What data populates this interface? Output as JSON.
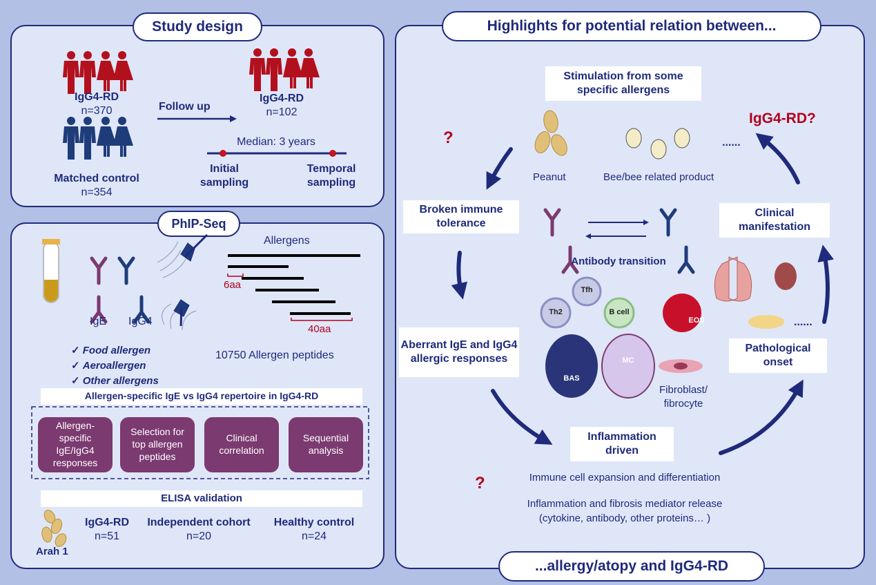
{
  "study": {
    "title": "Study design",
    "igg4_label": "IgG4-RD",
    "igg4_n": "n=370",
    "control_label": "Matched control",
    "control_n": "n=354",
    "follow_up": "Follow up",
    "followup_label": "IgG4-RD",
    "followup_n": "n=102",
    "median": "Median: 3 years",
    "initial_1": "Initial",
    "initial_2": "sampling",
    "temporal_1": "Temporal",
    "temporal_2": "sampling"
  },
  "phip": {
    "title": "PhIP-Seq",
    "ige": "IgE",
    "igg4": "IgG4",
    "allergens": "Allergens",
    "aa6": "6aa",
    "aa40": "40aa",
    "checks": [
      "Food allergen",
      "Aeroallergen",
      "Other allergens"
    ],
    "check_mark": "✓",
    "peptides": "10750 Allergen peptides",
    "repertoire": "Allergen-specific IgE vs IgG4 repertoire in IgG4-RD",
    "boxes": [
      "Allergen-specific IgE/IgG4 responses",
      "Selection for top allergen peptides",
      "Clinical correlation",
      "Sequential analysis"
    ],
    "elisa": "ELISA validation",
    "arah": "Arah 1",
    "cohorts": [
      {
        "label": "IgG4-RD",
        "n": "n=51"
      },
      {
        "label": "Independent cohort",
        "n": "n=20"
      },
      {
        "label": "Healthy control",
        "n": "n=24"
      }
    ]
  },
  "highlights": {
    "title": "Highlights for potential relation between...",
    "footer": "...allergy/atopy and IgG4-RD",
    "stimulation": "Stimulation from some specific allergens",
    "igg4rd_q": "IgG4-RD?",
    "question": "?",
    "peanut": "Peanut",
    "bee": "Bee/bee related product",
    "dots": "......",
    "broken": "Broken immune tolerance",
    "antibody_transition": "Antibody transition",
    "clinical": "Clinical manifestation",
    "aberrant": "Aberrant IgE and IgG4 allergic responses",
    "pathological": "Pathological onset",
    "inflammation": "Inflammation driven",
    "cells": {
      "tfh": "Tfh",
      "th2": "Th2",
      "bcell": "B cell",
      "eos": "EOS",
      "bas": "BAS",
      "mc": "MC"
    },
    "fibroblast": "Fibroblast/ fibrocyte",
    "expansion": "Immune cell expansion and differentiation",
    "mediator_1": "Inflammation and fibrosis mediator release",
    "mediator_2": "(cytokine, antibody, other proteins… )"
  },
  "colors": {
    "navy": "#1f2a7a",
    "purple": "#7b3a70",
    "red": "#b3001b",
    "panel": "#dfe6f8"
  }
}
